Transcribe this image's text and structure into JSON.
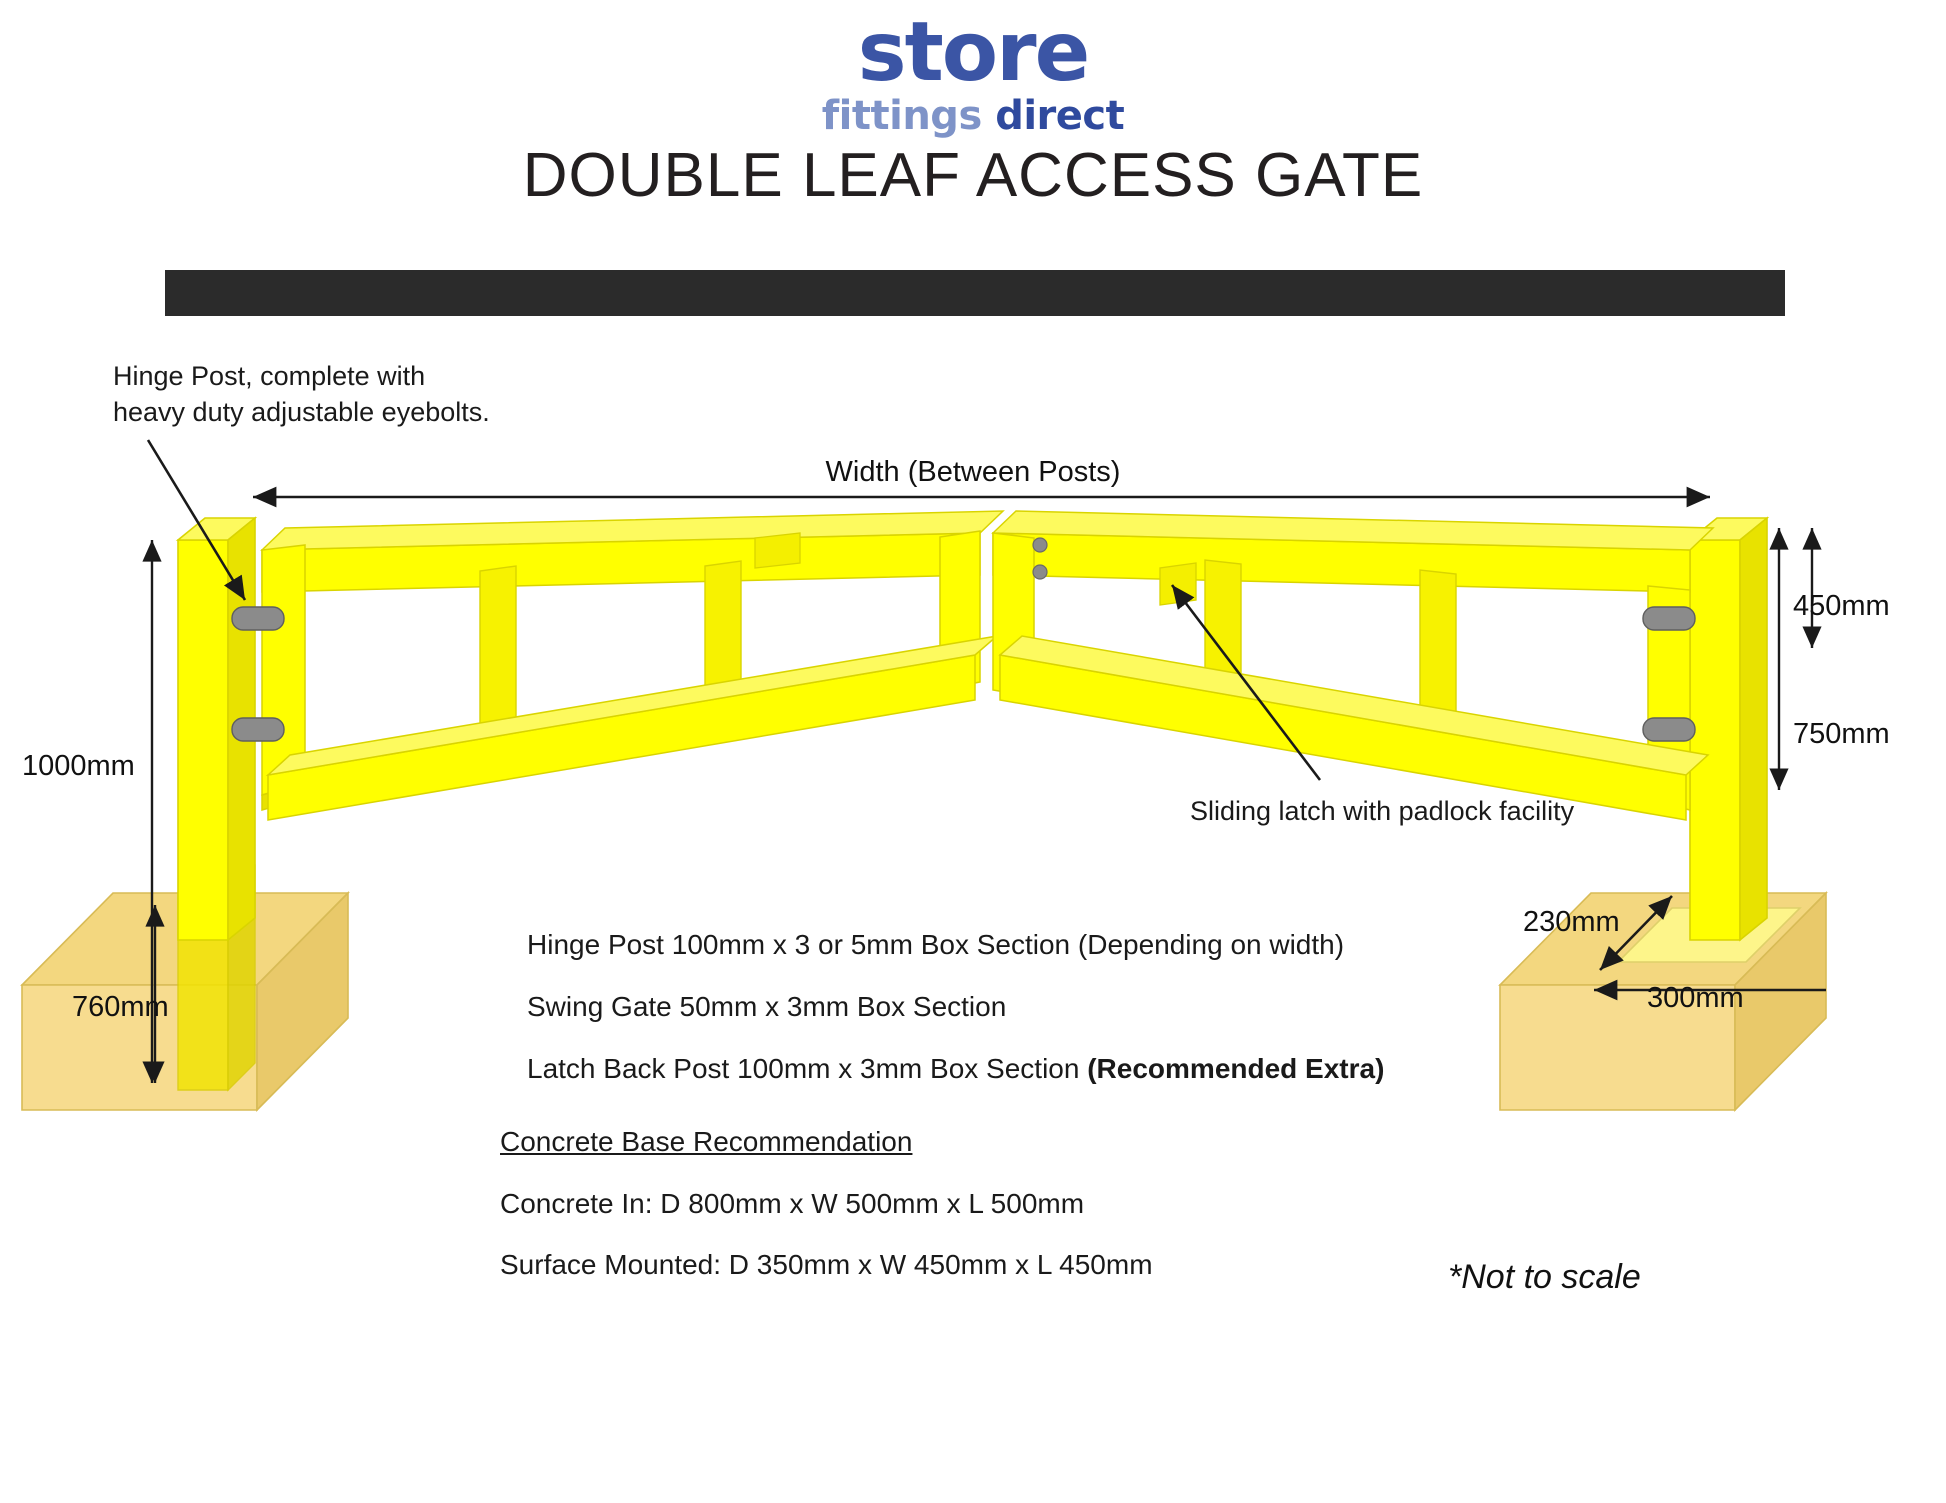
{
  "brand": {
    "name_top": "store",
    "name_bottom_light": "fittings",
    "name_bottom_dark": "direct",
    "color_primary": "#3b55a5",
    "color_light": "#7e93c8",
    "color_dark": "#2f4a9e"
  },
  "header": {
    "title": "DOUBLE LEAF ACCESS GATE",
    "bar_color": "#2b2b2b"
  },
  "callouts": {
    "hinge_post": "Hinge Post, complete with\nheavy duty adjustable eyebolts.",
    "sliding_latch": "Sliding latch with padlock facility"
  },
  "dimensions": {
    "width_between_posts": "Width (Between Posts)",
    "post_height": "1000mm",
    "buried_depth": "760mm",
    "upper_rail": "450mm",
    "lower_rail": "750mm",
    "base_depth": "230mm",
    "base_width": "300mm"
  },
  "specs": {
    "hinge_post": "Hinge Post 100mm x 3 or 5mm Box Section (Depending on width)",
    "swing_gate": "Swing Gate 50mm x 3mm Box Section",
    "latch_back_post_main": "Latch Back Post 100mm x 3mm Box Section ",
    "latch_back_post_bold": "(Recommended Extra)"
  },
  "concrete": {
    "heading": "Concrete Base Recommendation",
    "concrete_in": "Concrete In: D 800mm x W 500mm x L 500mm",
    "surface_mounted": "Surface Mounted: D 350mm x W 450mm x L 450mm"
  },
  "footnote": {
    "not_to_scale": "*Not to scale"
  },
  "palette": {
    "gate_yellow": "#ffff00",
    "gate_yellow_shade": "#e8e200",
    "gate_yellow_dark": "#d6d000",
    "concrete_base": "#f7dc8f",
    "concrete_top": "#f3d77f",
    "concrete_side": "#e9c96a",
    "eyebolt_grey": "#8b8b8b",
    "line_black": "#1a1a1a"
  }
}
